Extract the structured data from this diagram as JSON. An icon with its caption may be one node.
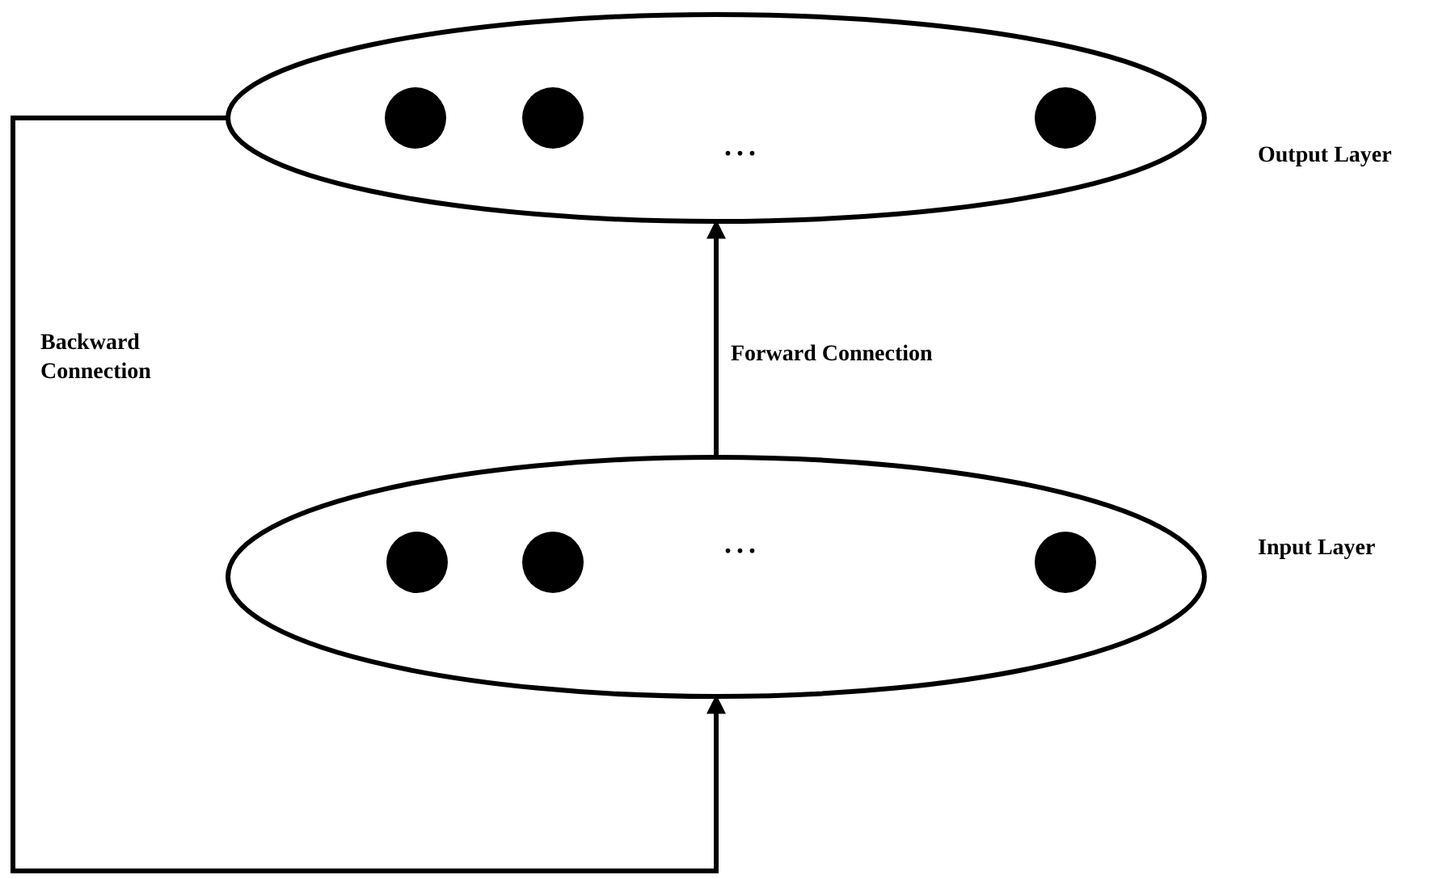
{
  "diagram": {
    "nodes": [
      {
        "text": [
          "Output Layer"
        ]
      },
      {
        "text": [],
        "shape": "circle",
        "in": 0
      },
      {
        "text": [],
        "shape": "circle",
        "in": 0
      },
      {
        "text": [],
        "shape": "circle",
        "in": 0
      },
      {
        "text": [
          "Input Layer"
        ]
      },
      {
        "text": [],
        "shape": "circle",
        "in": 4
      },
      {
        "text": [],
        "shape": "circle",
        "in": 4
      },
      {
        "text": [],
        "shape": "circle",
        "in": 4
      }
    ],
    "edges": [
      {
        "from": 4,
        "to": 0,
        "arrow": "to",
        "label": "Forward Connection"
      },
      {
        "from": 0,
        "to": 4,
        "arrow": "to",
        "label": "Backward Connection"
      }
    ],
    "labels": [
      "...",
      "..."
    ]
  }
}
